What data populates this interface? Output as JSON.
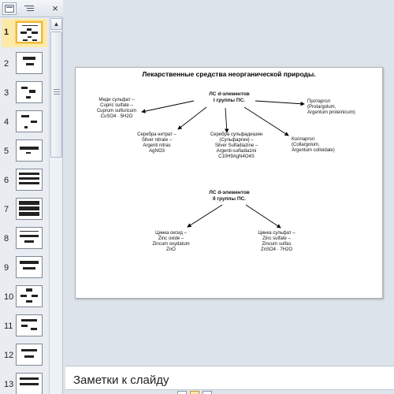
{
  "thumbnails": {
    "close_label": "×",
    "selected": 1,
    "items": [
      {
        "num": "1"
      },
      {
        "num": "2"
      },
      {
        "num": "3"
      },
      {
        "num": "4"
      },
      {
        "num": "5"
      },
      {
        "num": "6"
      },
      {
        "num": "7"
      },
      {
        "num": "8"
      },
      {
        "num": "9"
      },
      {
        "num": "10"
      },
      {
        "num": "11"
      },
      {
        "num": "12"
      },
      {
        "num": "13"
      }
    ]
  },
  "slide": {
    "title": "Лекарственные средства неорганической природы.",
    "group1": "ЛС d-элементов\nI группы ПС.",
    "group2": "ЛС d-элементов\nII группы ПС.",
    "copper": "Меди сульфат –\nCupric sulfate –\nCuprum sulfuricum\nCuSO4 · 5H2O",
    "silver_nitrate": "Серебра нитрат –\nSilver nitrate –\nArgenti nitras\nAgNO3",
    "silver_sulfa": "Серебра сульфадиазин\n(Сульфаргин) –\nSilver Sulfadiazine –\nArgenti-sulfadiazini\nC10H9AgN4O4S",
    "protargol": "Протаргол\n(Protargolum,\nArgentum proteinicum)",
    "collargol": "Колларгол\n(Collargolum,\nArgentum colloidale)",
    "zinc_oxide": "Цинка оксид –\nZinc oxide –\nZincum oxydatum\nZnO",
    "zinc_sulfate": "Цинка сульфат –\nZinc sulfate –\nZincum sulfas\nZnSO4 · 7H2O"
  },
  "notes": {
    "placeholder": "Заметки к слайду"
  }
}
